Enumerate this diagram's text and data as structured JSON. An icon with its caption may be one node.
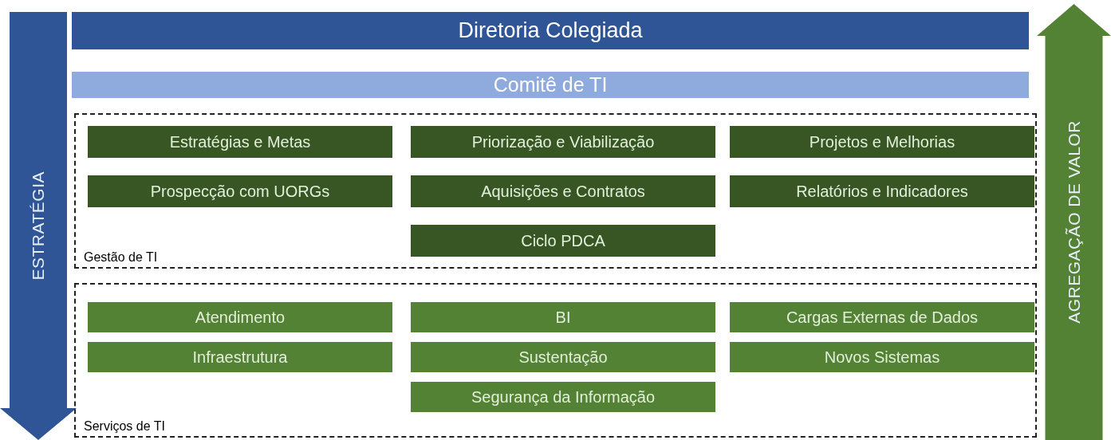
{
  "diagram": {
    "nodes": [
      {
        "text": [
          "ESTRATÉGIA"
        ]
      },
      {
        "text": [
          "Diretoria Colegiada"
        ]
      },
      {
        "text": [
          "Comitê de TI"
        ]
      },
      {
        "text": [
          "AGREGAÇÃO DE VALOR"
        ]
      },
      {
        "text": [
          "Gestão de TI"
        ]
      },
      {
        "text": [
          "Estratégias e Metas"
        ],
        "in": 4
      },
      {
        "text": [
          "Priorização e Viabilização"
        ],
        "in": 4
      },
      {
        "text": [
          "Projetos e Melhorias"
        ],
        "in": 4
      },
      {
        "text": [
          "Prospecção com UORGs"
        ],
        "in": 4
      },
      {
        "text": [
          "Aquisições e Contratos"
        ],
        "in": 4
      },
      {
        "text": [
          "Relatórios e Indicadores"
        ],
        "in": 4
      },
      {
        "text": [
          "Ciclo PDCA"
        ],
        "in": 4
      },
      {
        "text": [
          "Serviços de TI"
        ]
      },
      {
        "text": [
          "Atendimento"
        ],
        "in": 12
      },
      {
        "text": [
          "BI"
        ],
        "in": 12
      },
      {
        "text": [
          "Cargas Externas de Dados"
        ],
        "in": 12
      },
      {
        "text": [
          "Infraestrutura"
        ],
        "in": 12
      },
      {
        "text": [
          "Sustentação"
        ],
        "in": 12
      },
      {
        "text": [
          "Novos Sistemas"
        ],
        "in": 12
      },
      {
        "text": [
          "Segurança da Informação"
        ],
        "in": 12
      }
    ]
  }
}
